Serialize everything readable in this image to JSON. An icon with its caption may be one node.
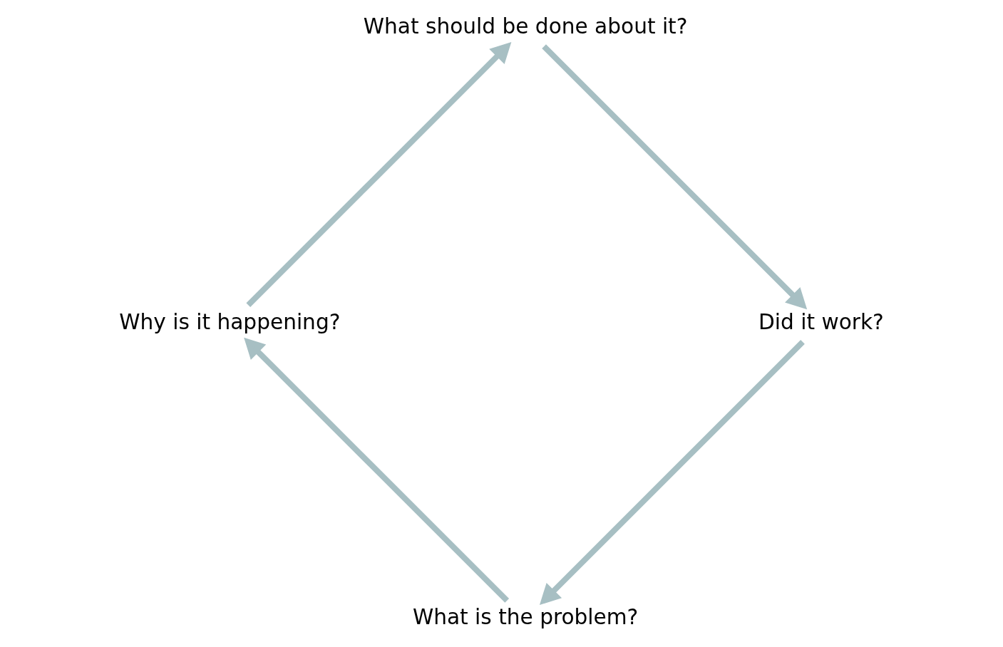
{
  "diagram": {
    "nodes": [
      {
        "text": [
          "What is the problem?"
        ]
      },
      {
        "text": [
          "Why is it happening?"
        ]
      },
      {
        "text": [
          "What should be done about it?"
        ]
      },
      {
        "text": [
          "Did it work?"
        ]
      }
    ],
    "edges": [
      {
        "from": 0,
        "to": 1,
        "arrow": "to"
      },
      {
        "from": 1,
        "to": 2,
        "arrow": "to"
      },
      {
        "from": 2,
        "to": 3,
        "arrow": "to"
      },
      {
        "from": 3,
        "to": 0,
        "arrow": "to"
      }
    ]
  }
}
